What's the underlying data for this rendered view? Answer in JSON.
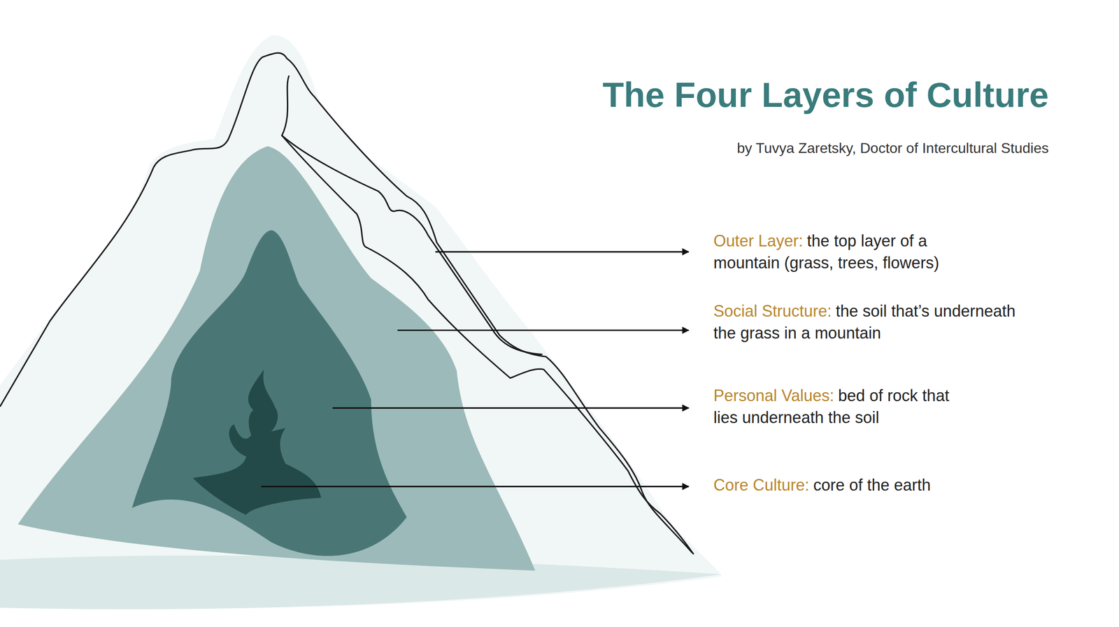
{
  "diagram": {
    "title": "The Four Layers of Culture",
    "labels": [
      "by Tuvya Zaretsky, Doctor of Intercultural Studies",
      "Outer Layer:",
      "the top layer of a mountain (grass, trees, flowers)",
      "Social Structure:",
      "the soil that’s underneath the grass in a mountain",
      "Personal Values:",
      "bed of rock that lies underneath the soil",
      "Core Culture:",
      "core of the earth"
    ]
  }
}
